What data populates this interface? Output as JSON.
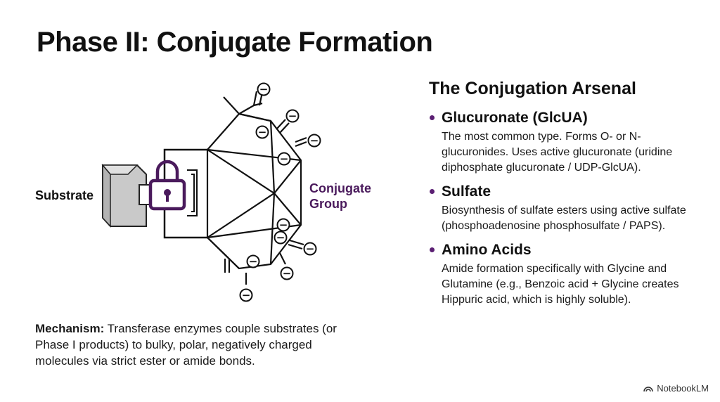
{
  "slide": {
    "title": "Phase II: Conjugate Formation"
  },
  "diagram": {
    "substrate_label": "Substrate",
    "conjugate_label_line1": "Conjugate",
    "conjugate_label_line2": "Group",
    "charge_symbol": "−",
    "colors": {
      "purple": "#4a1a5c",
      "accent": "#5b1f73",
      "gray_block": "#c9c9c9",
      "ink": "#222222"
    }
  },
  "mechanism": {
    "label": "Mechanism:",
    "text": " Transferase enzymes couple substrates (or Phase I products) to bulky, polar, negatively charged molecules via strict ester or amide bonds."
  },
  "arsenal": {
    "title": "The Conjugation Arsenal",
    "items": [
      {
        "name": "Glucuronate (GlcUA)",
        "description": "The most common type. Forms O- or N-glucuronides. Uses active glucuronate (uridine diphosphate glucuronate / UDP-GlcUA)."
      },
      {
        "name": "Sulfate",
        "description": "Biosynthesis of sulfate esters using active sulfate (phosphoadenosine phosphosulfate / PAPS)."
      },
      {
        "name": "Amino Acids",
        "description": "Amide formation specifically with Glycine and Glutamine (e.g., Benzoic acid + Glycine creates Hippuric acid, which is highly soluble)."
      }
    ]
  },
  "brand": {
    "name": "NotebookLM",
    "icon": "notebooklm-logo-icon"
  }
}
